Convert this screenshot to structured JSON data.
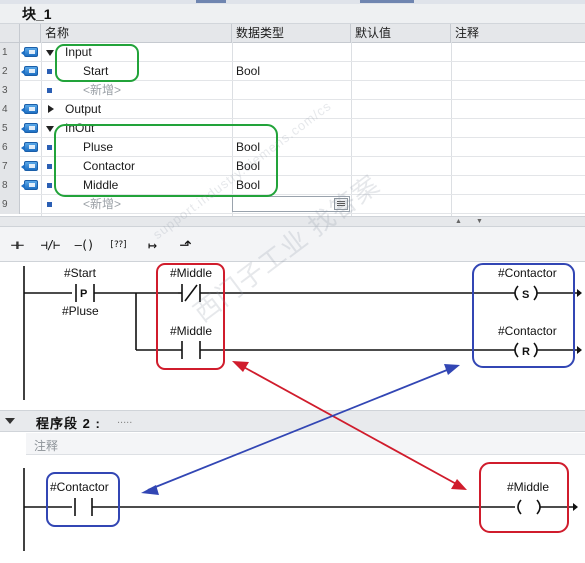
{
  "block": {
    "title": "块_1"
  },
  "table": {
    "columns": [
      "名称",
      "数据类型",
      "默认值",
      "注释"
    ],
    "rows": [
      {
        "num": "1",
        "kind": "section-open",
        "name": "Input",
        "type": ""
      },
      {
        "num": "2",
        "kind": "item",
        "name": "Start",
        "type": "Bool"
      },
      {
        "num": "3",
        "kind": "add",
        "name": "<新增>",
        "type": ""
      },
      {
        "num": "4",
        "kind": "section-closed",
        "name": "Output",
        "type": ""
      },
      {
        "num": "5",
        "kind": "section-open",
        "name": "InOut",
        "type": ""
      },
      {
        "num": "6",
        "kind": "item",
        "name": "Pluse",
        "type": "Bool"
      },
      {
        "num": "7",
        "kind": "item",
        "name": "Contactor",
        "type": "Bool"
      },
      {
        "num": "8",
        "kind": "item",
        "name": "Middle",
        "type": "Bool"
      },
      {
        "num": "9",
        "kind": "add-edit",
        "name": "<新增>",
        "type": ""
      }
    ]
  },
  "toolbar": {
    "buttons": [
      {
        "name": "normally-open-contact-button",
        "glyph": "⊣⊢"
      },
      {
        "name": "normally-closed-contact-button",
        "glyph": "⊣/⊢"
      },
      {
        "name": "coil-button",
        "glyph": "–()"
      },
      {
        "name": "empty-box-button",
        "glyph": "[??]"
      },
      {
        "name": "open-branch-button",
        "glyph": "↦"
      },
      {
        "name": "close-branch-button",
        "glyph": "⬏"
      }
    ]
  },
  "network1": {
    "start_label": "#Start",
    "p_label": "P",
    "pluse_label": "#Pluse",
    "middle_nc_label": "#Middle",
    "middle_no_label": "#Middle",
    "contactor_s_label": "#Contactor",
    "contactor_r_label": "#Contactor",
    "set_letter": "S",
    "reset_letter": "R"
  },
  "segment2": {
    "title": "程序段 2 :",
    "dots": ".....",
    "comment": "注释"
  },
  "network2": {
    "contactor_label": "#Contactor",
    "middle_label": "#Middle"
  },
  "watermark": {
    "small": "support.industry.siemens.com/cs",
    "big": "西门子工业  找答案"
  },
  "colors": {
    "green_annotation": "#22a33a",
    "red_annotation": "#d01c2c",
    "blue_annotation": "#3246b4"
  }
}
